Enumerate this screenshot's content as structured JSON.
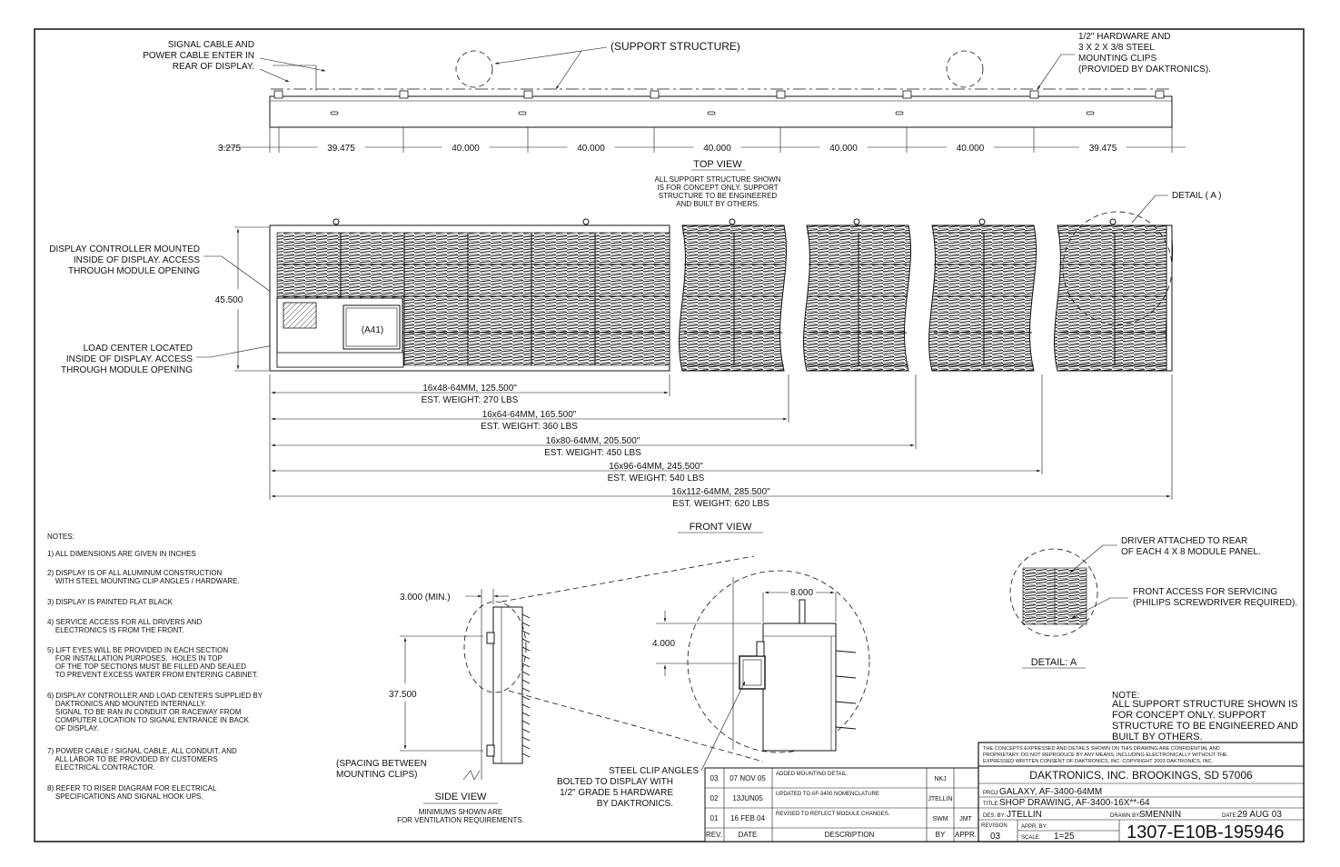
{
  "top_view": {
    "callout_signal": [
      "SIGNAL CABLE AND",
      "POWER CABLE ENTER IN",
      "REAR OF DISPLAY."
    ],
    "callout_support": "(SUPPORT STRUCTURE)",
    "callout_hardware": [
      "1/2\" HARDWARE AND",
      "3 X 2 X 3/8 STEEL",
      "MOUNTING CLIPS",
      "(PROVIDED BY DAKTRONICS)."
    ],
    "dims": [
      "3.275",
      "39.475",
      "40.000",
      "40.000",
      "40.000",
      "40.000",
      "40.000",
      "39.475"
    ],
    "title": "TOP VIEW",
    "support_note": [
      "ALL SUPPORT STRUCTURE SHOWN",
      "IS FOR CONCEPT ONLY.  SUPPORT",
      "STRUCTURE TO BE ENGINEERED",
      "AND BUILT BY OTHERS."
    ]
  },
  "front_view": {
    "callout_controller": [
      "DISPLAY CONTROLLER MOUNTED",
      "INSIDE OF DISPLAY.  ACCESS",
      "THROUGH MODULE OPENING"
    ],
    "callout_load": [
      "LOAD CENTER LOCATED",
      "INSIDE OF DISPLAY. ACCESS",
      "THROUGH MODULE OPENING"
    ],
    "height_dim": "45.500",
    "module_tag": "(A41)",
    "detail_label": "DETAIL ( A )",
    "sizes": [
      {
        "size": "16x48-64MM, 125.500\"",
        "weight": "EST. WEIGHT: 270 LBS"
      },
      {
        "size": "16x64-64MM, 165.500\"",
        "weight": "EST. WEIGHT: 360 LBS"
      },
      {
        "size": "16x80-64MM, 205.500\"",
        "weight": "EST. WEIGHT: 450 LBS"
      },
      {
        "size": "16x96-64MM, 245.500\"",
        "weight": "EST. WEIGHT: 540 LBS"
      },
      {
        "size": "16x112-64MM, 285.500\"",
        "weight": "EST. WEIGHT: 620 LBS"
      }
    ],
    "title": "FRONT VIEW"
  },
  "notes": {
    "heading": "NOTES:",
    "items": [
      [
        "1) ALL DIMENSIONS ARE GIVEN IN INCHES"
      ],
      [
        "2) DISPLAY IS OF ALL ALUMINUM CONSTRUCTION",
        "    WITH STEEL MOUNTING CLIP ANGLES / HARDWARE."
      ],
      [
        "3) DISPLAY IS PAINTED FLAT BLACK"
      ],
      [
        "4) SERVICE ACCESS FOR ALL DRIVERS AND",
        "    ELECTRONICS IS FROM THE FRONT."
      ],
      [
        "5) LIFT EYES WILL BE PROVIDED IN EACH SECTION",
        "    FOR INSTALLATION PURPOSES.  HOLES IN TOP",
        "    OF THE TOP SECTIONS MUST BE FILLED AND SEALED",
        "    TO PREVENT EXCESS WATER FROM ENTERING CABINET."
      ],
      [
        "6) DISPLAY CONTROLLER AND LOAD CENTERS SUPPLIED BY",
        "    DAKTRONICS AND MOUNTED INTERNALLY.",
        "    SIGNAL TO BE RAN IN CONDUIT OR RACEWAY FROM",
        "    COMPUTER LOCATION TO SIGNAL ENTRANCE IN BACK",
        "    OF DISPLAY."
      ],
      [
        "7) POWER CABLE / SIGNAL CABLE, ALL CONDUIT, AND",
        "    ALL LABOR TO BE PROVIDED BY CUSTOMERS",
        "    ELECTRICAL CONTRACTOR."
      ],
      [
        "8) REFER TO RISER DIAGRAM FOR ELECTRICAL",
        "    SPECIFICATIONS AND SIGNAL HOOK UPS."
      ]
    ]
  },
  "side_view": {
    "min_dim": "3.000 (MIN.)",
    "height_dim": "37.500",
    "spacing_label": [
      "(SPACING BETWEEN",
      "MOUNTING CLIPS)"
    ],
    "title": "SIDE VIEW",
    "subtitle": [
      "MINIMUMS SHOWN ARE",
      "FOR VENTILATION REQUIREMENTS."
    ],
    "clip_callout": [
      "STEEL CLIP ANGLES",
      "BOLTED TO DISPLAY WITH",
      "1/2\" GRADE 5 HARDWARE",
      "BY DAKTRONICS."
    ],
    "detail_dim_8": "8.000",
    "detail_dim_4": "4.000"
  },
  "detail_a": {
    "callout_driver": [
      "DRIVER ATTACHED TO REAR",
      "OF EACH 4 X 8 MODULE PANEL."
    ],
    "callout_access": [
      "FRONT ACCESS FOR SERVICING",
      "(PHILIPS SCREWDRIVER REQUIRED)."
    ],
    "title": "DETAIL: A"
  },
  "support_note": [
    "NOTE:",
    "ALL SUPPORT STRUCTURE SHOWN IS",
    "FOR CONCEPT ONLY.  SUPPORT",
    "STRUCTURE TO BE ENGINEERED AND",
    "BUILT BY OTHERS."
  ],
  "revisions": {
    "headers": {
      "rev": "REV.",
      "date": "DATE",
      "desc": "DESCRIPTION",
      "by": "BY",
      "appr": "APPR."
    },
    "rows": [
      {
        "rev": "03",
        "date": "07 NOV 05",
        "desc": "ADDED MOUNTING DETAIL.",
        "by": "NKJ",
        "appr": ""
      },
      {
        "rev": "02",
        "date": "13JUN05",
        "desc": "UPDATED TO AF-3400 NOMENCLATURE",
        "by": "JTELLIN",
        "appr": ""
      },
      {
        "rev": "01",
        "date": "16 FEB 04",
        "desc": "REVISED TO REFLECT MODULE CHANGES.",
        "by": "SWM",
        "appr": "JMT"
      }
    ]
  },
  "title_block": {
    "confidential": [
      "THE CONCEPTS EXPRESSED AND DETAILS SHOWN ON THIS DRAWING ARE CONFIDENTIAL AND",
      "PROPRIETARY.  DO NOT REPRODUCE BY ANY MEANS, INCLUDING ELECTRONICALLY WITHOUT THE",
      "EXPRESSED WRITTEN CONSENT OF DAKTRONICS, INC.        COPYRIGHT 2003 DAKTRONICS, INC."
    ],
    "company": "DAKTRONICS, INC.   BROOKINGS, SD 57006",
    "proj_label": "PROJ:",
    "proj": "GALAXY, AF-3400-64MM",
    "title_label": "TITLE:",
    "title": "SHOP DRAWING, AF-3400-16X**-64",
    "des_label": "DES. BY:",
    "des": "JTELLIN",
    "drawn_label": "DRAWN BY:",
    "drawn": "SMENNIN",
    "date_label": "DATE:",
    "date": "29 AUG 03",
    "revision_label": "REVISION",
    "revision": "03",
    "appr_label": "APPR. BY:",
    "scale_label": "SCALE:",
    "scale": "1=25",
    "dwg_no": "1307-E10B-195946"
  }
}
